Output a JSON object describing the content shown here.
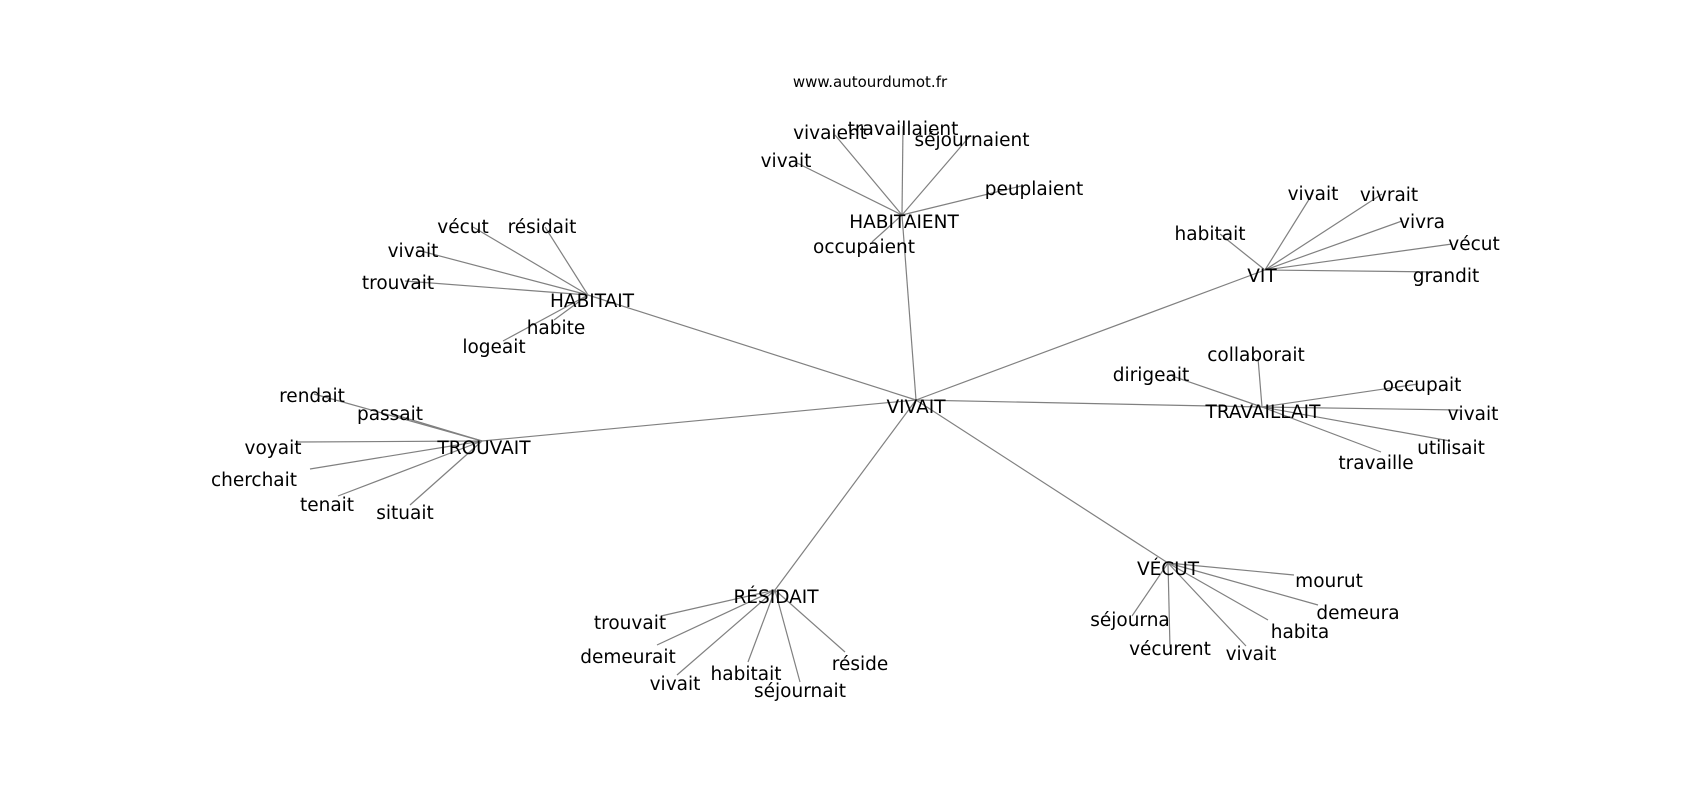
{
  "source": "www.autourdumot.fr",
  "graph": {
    "center": {
      "id": "vivait",
      "label": "VIVAIT"
    },
    "hubs": [
      {
        "id": "habitaient",
        "label": "HABITAIENT",
        "leaves": [
          "vivaient",
          "travaillaient",
          "séjournaient",
          "vivait",
          "peuplaient",
          "occupaient"
        ]
      },
      {
        "id": "habitait",
        "label": "HABITAIT",
        "leaves": [
          "vécut",
          "résidait",
          "vivait",
          "trouvait",
          "habite",
          "logeait"
        ]
      },
      {
        "id": "vit",
        "label": "VIT",
        "leaves": [
          "vivait",
          "vivrait",
          "habitait",
          "vivra",
          "vécut",
          "grandit"
        ]
      },
      {
        "id": "travaillait",
        "label": "TRAVAILLAIT",
        "leaves": [
          "collaborait",
          "dirigeait",
          "occupait",
          "vivait",
          "utilisait",
          "travaille"
        ]
      },
      {
        "id": "trouvait",
        "label": "TROUVAIT",
        "leaves": [
          "rendait",
          "passait",
          "voyait",
          "cherchait",
          "tenait",
          "situait"
        ]
      },
      {
        "id": "residait",
        "label": "RÉSIDAIT",
        "leaves": [
          "trouvait",
          "demeurait",
          "vivait",
          "habitait",
          "séjournait",
          "réside"
        ]
      },
      {
        "id": "vecut",
        "label": "VÉCUT",
        "leaves": [
          "mourut",
          "demeura",
          "habita",
          "séjourna",
          "vécurent",
          "vivait"
        ]
      }
    ]
  }
}
